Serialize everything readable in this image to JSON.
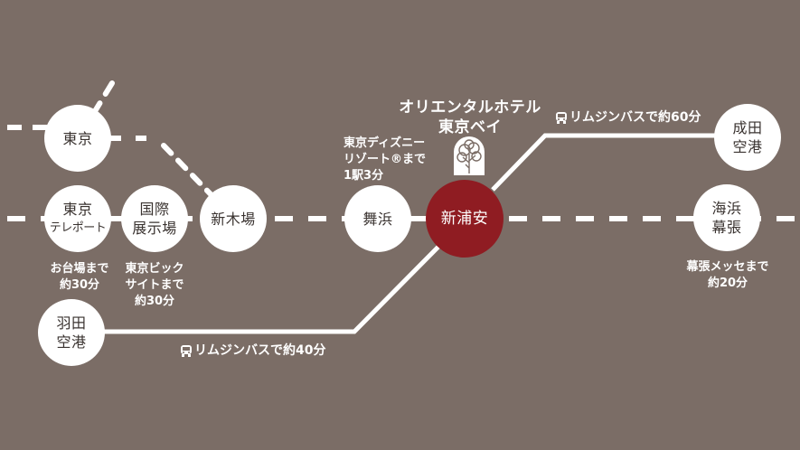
{
  "colors": {
    "background": "#7b6d66",
    "station_fill": "#ffffff",
    "home_station_fill": "#8f1c22",
    "line": "#ffffff",
    "text_dark": "#3a3330",
    "text_light": "#ffffff"
  },
  "hotel": {
    "name_line1": "オリエンタルホテル",
    "name_line2": "東京ベイ",
    "logo_icon": "tree-arch-logo-icon"
  },
  "stations": {
    "tokyo": {
      "label": "東京"
    },
    "tokyo_teleport": {
      "label_line1": "東京",
      "label_line2": "テレポート"
    },
    "kokusai_tenjijo": {
      "label_line1": "国際",
      "label_line2": "展示場"
    },
    "shin_kiba": {
      "label": "新木場"
    },
    "maihama": {
      "label": "舞浜"
    },
    "shin_urayasu": {
      "label": "新浦安"
    },
    "kaihin_makuhari": {
      "label_line1": "海浜",
      "label_line2": "幕張"
    },
    "haneda_airport": {
      "label_line1": "羽田",
      "label_line2": "空港"
    },
    "narita_airport": {
      "label_line1": "成田",
      "label_line2": "空港"
    }
  },
  "notes": {
    "odaiba": {
      "line1": "お台場まで",
      "line2": "約30分"
    },
    "big_sight": {
      "line1": "東京ビック",
      "line2": "サイトまで",
      "line3": "約30分"
    },
    "disney": {
      "line1": "東京ディズニー",
      "line2": "リゾート®まで",
      "line3": "1駅3分"
    },
    "makuhari_messe": {
      "line1": "幕張メッセまで",
      "line2": "約20分"
    }
  },
  "bus_routes": {
    "narita": {
      "icon": "bus-icon",
      "label": "リムジンバスで約60分"
    },
    "haneda": {
      "icon": "bus-icon",
      "label": "リムジンバスで約40分"
    }
  }
}
